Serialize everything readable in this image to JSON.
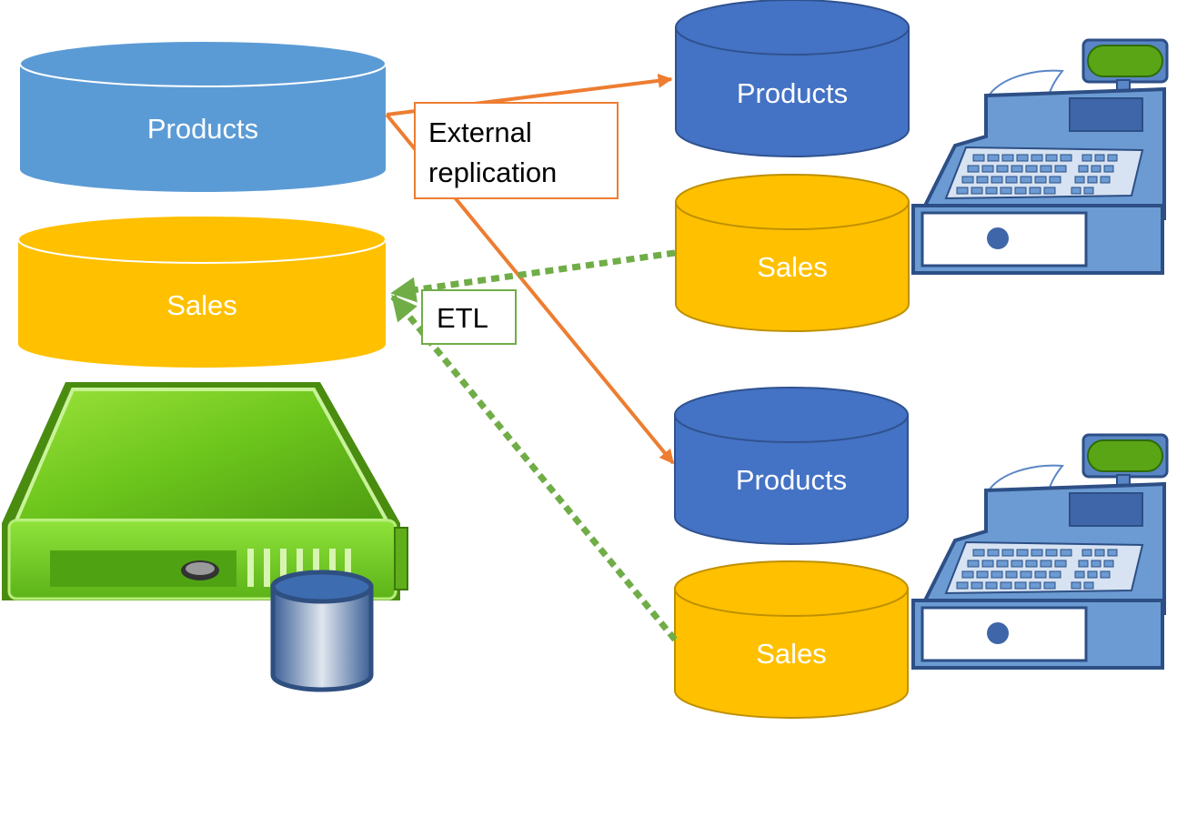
{
  "central": {
    "products": {
      "label": "Products",
      "color": "#5b9bd5"
    },
    "sales": {
      "label": "Sales",
      "color": "#ffc000"
    }
  },
  "stores": [
    {
      "products": {
        "label": "Products",
        "color": "#4472c4"
      },
      "sales": {
        "label": "Sales",
        "color": "#ffc000"
      }
    },
    {
      "products": {
        "label": "Products",
        "color": "#4472c4"
      },
      "sales": {
        "label": "Sales",
        "color": "#ffc000"
      }
    }
  ],
  "labels": {
    "replication_line1": "External",
    "replication_line2": "replication",
    "etl": "ETL"
  },
  "colors": {
    "replication_arrow": "#ed7d31",
    "etl_arrow": "#70ad47",
    "server": "#7ed321",
    "register": "#6b9bd2"
  },
  "icons": {
    "server": "server-icon",
    "database": "database-icon",
    "register": "cash-register-icon"
  }
}
